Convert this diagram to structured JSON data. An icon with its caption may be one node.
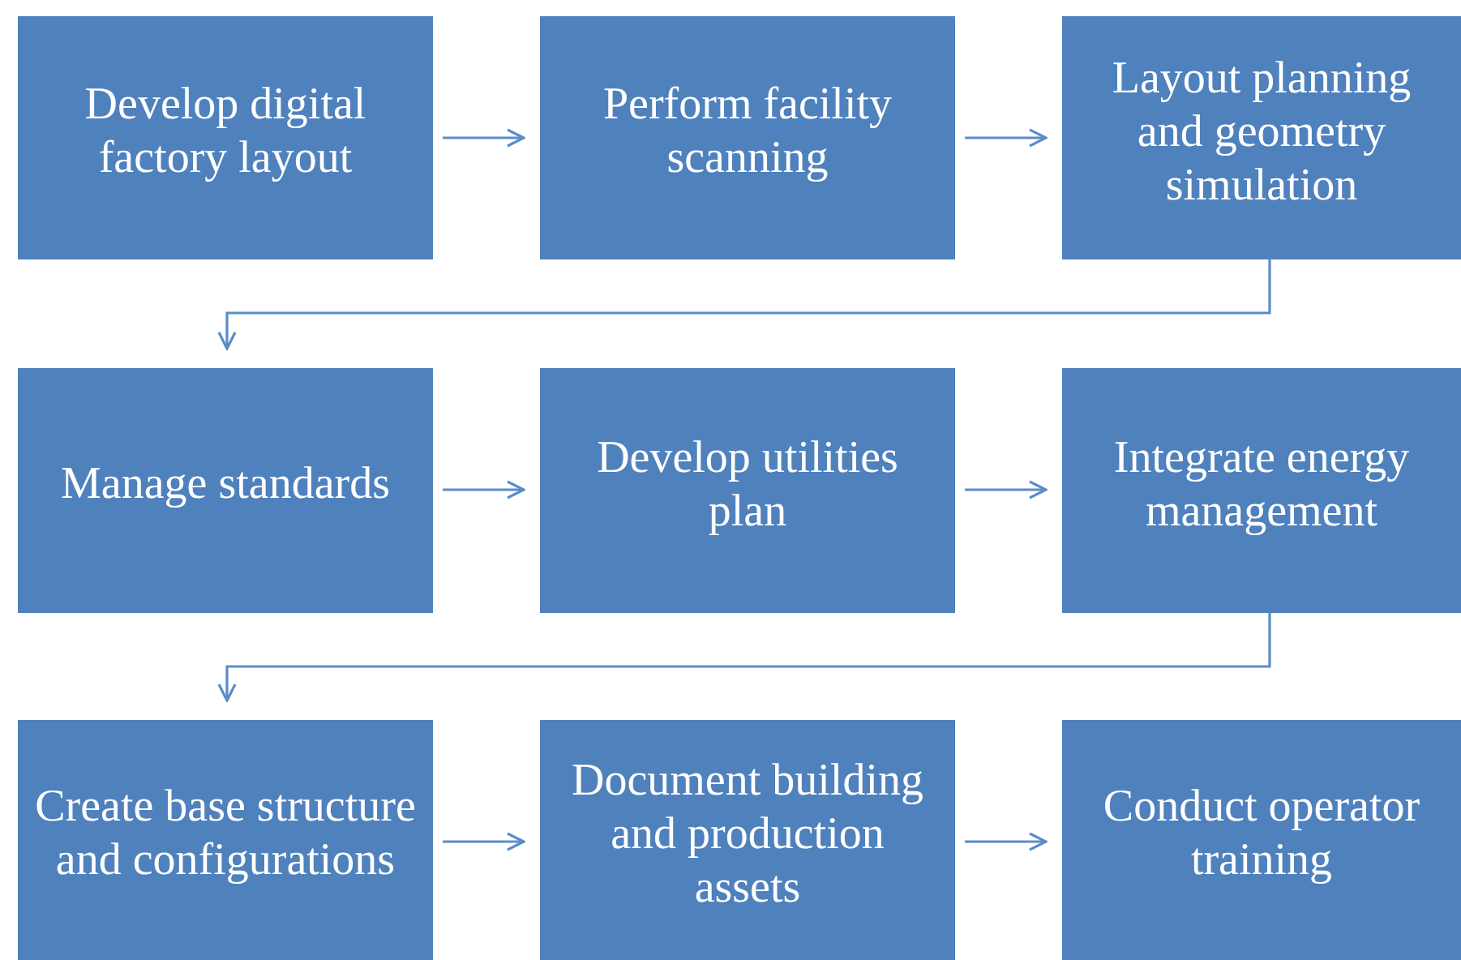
{
  "diagram": {
    "nodes": [
      {
        "text": [
          "Develop digital factory layout"
        ]
      },
      {
        "text": [
          "Perform facility scanning"
        ]
      },
      {
        "text": [
          "Layout planning and geometry simulation"
        ]
      },
      {
        "text": [
          "Manage standards"
        ]
      },
      {
        "text": [
          "Develop utilities plan"
        ]
      },
      {
        "text": [
          "Integrate energy management"
        ]
      },
      {
        "text": [
          "Create base structure and configurations"
        ]
      },
      {
        "text": [
          "Document building and production assets"
        ]
      },
      {
        "text": [
          "Conduct operator training"
        ]
      }
    ],
    "edges": [
      {
        "from": 0,
        "to": 1,
        "arrow": "to"
      },
      {
        "from": 1,
        "to": 2,
        "arrow": "to"
      },
      {
        "from": 2,
        "to": 3,
        "arrow": "to"
      },
      {
        "from": 3,
        "to": 4,
        "arrow": "to"
      },
      {
        "from": 4,
        "to": 5,
        "arrow": "to"
      },
      {
        "from": 5,
        "to": 6,
        "arrow": "to"
      },
      {
        "from": 6,
        "to": 7,
        "arrow": "to"
      },
      {
        "from": 7,
        "to": 8,
        "arrow": "to"
      }
    ]
  }
}
